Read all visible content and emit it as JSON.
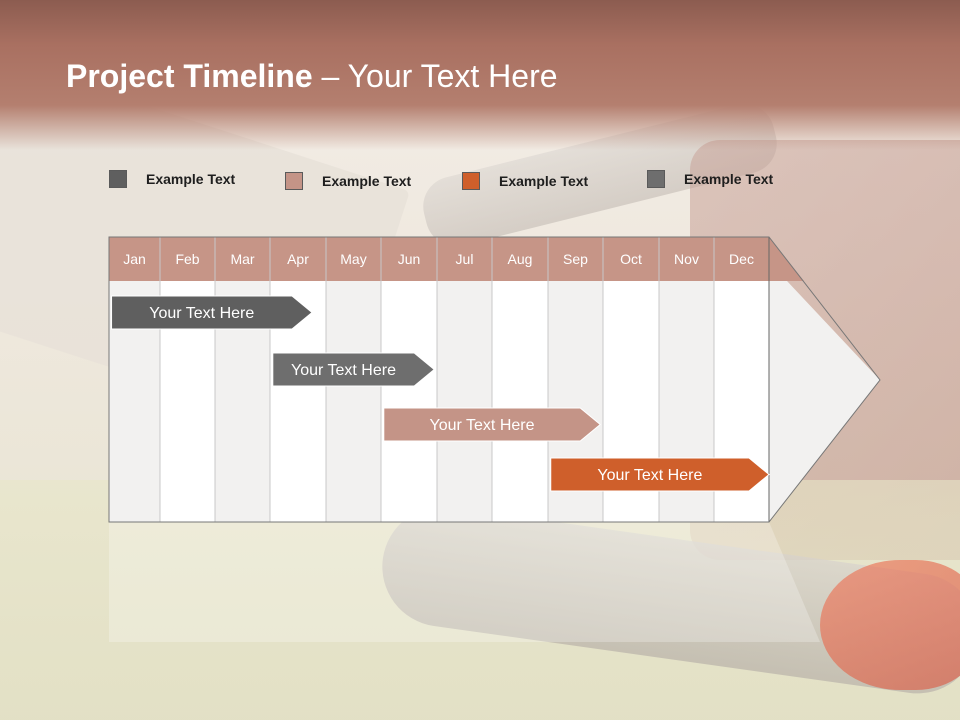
{
  "title": {
    "bold": "Project Timeline",
    "rest": " – Your Text Here"
  },
  "legend": [
    {
      "label": "Example Text",
      "color": "#5f5f5f"
    },
    {
      "label": "Example Text",
      "color": "#c49487"
    },
    {
      "label": "Example Text",
      "color": "#cf5f2b"
    },
    {
      "label": "Example Text",
      "color": "#6e6e6e"
    }
  ],
  "months": [
    "Jan",
    "Feb",
    "Mar",
    "Apr",
    "May",
    "Jun",
    "Jul",
    "Aug",
    "Sep",
    "Oct",
    "Nov",
    "Dec"
  ],
  "tasks": [
    {
      "label": "Your  Text Here",
      "start_month": 0.05,
      "end_month": 3.75,
      "color": "#5f5f5f"
    },
    {
      "label": "Your  Text Here",
      "start_month": 3.05,
      "end_month": 5.95,
      "color": "#6e6e6e"
    },
    {
      "label": "Your  Text Here",
      "start_month": 5.05,
      "end_month": 8.95,
      "color": "#c49487"
    },
    {
      "label": "Your  Text Here",
      "start_month": 8.05,
      "end_month": 12.0,
      "color": "#cf5f2b"
    }
  ],
  "colors": {
    "header_row": "#c69587",
    "col_light": "#f2f1f0",
    "col_white": "#ffffff"
  }
}
